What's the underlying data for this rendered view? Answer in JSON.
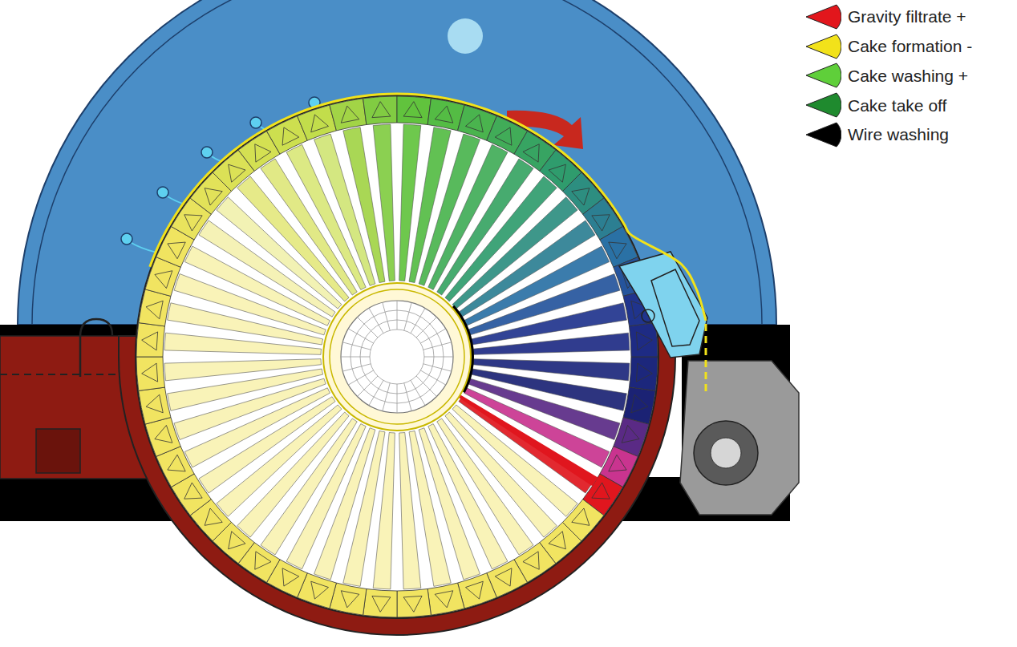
{
  "diagram": {
    "legend": [
      {
        "text": "Gravity filtrate +",
        "color": "#e2161c"
      },
      {
        "text": "Cake formation -",
        "color": "#f2e21a"
      },
      {
        "text": "Cake washing +",
        "color": "#5fcf3a"
      },
      {
        "text": "Cake take off",
        "color": "#1f8a2e"
      },
      {
        "text": "Wire washing",
        "color": "#000000"
      }
    ]
  }
}
